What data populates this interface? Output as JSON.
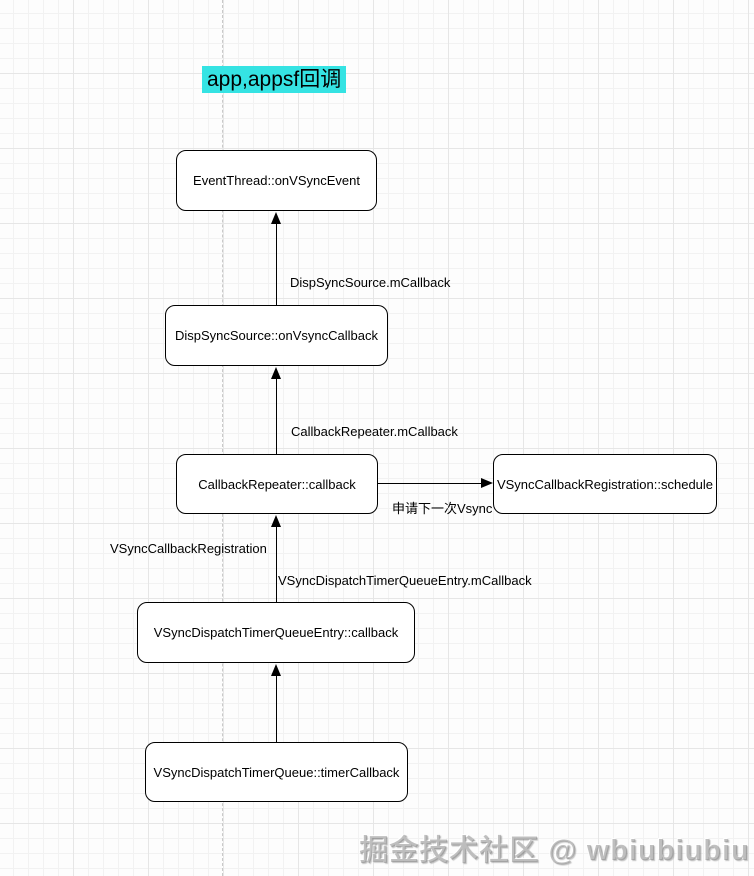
{
  "title": "app,appsf回调",
  "colors": {
    "highlight": "#35e3e3",
    "node_border": "#000000",
    "node_fill": "#ffffff",
    "grid_line": "#e6e6e6"
  },
  "nodes": [
    {
      "id": "eventthread",
      "label": "EventThread::onVSyncEvent"
    },
    {
      "id": "dispsyncsource",
      "label": "DispSyncSource::onVsyncCallback"
    },
    {
      "id": "callbackrepeater",
      "label": "CallbackRepeater::callback"
    },
    {
      "id": "vsynccallbackregistration_schedule",
      "label": "VSyncCallbackRegistration::schedule"
    },
    {
      "id": "vsyncdispatchtimerqueueentry",
      "label": "VSyncDispatchTimerQueueEntry::callback"
    },
    {
      "id": "vsyncdispatchtimerqueue",
      "label": "VSyncDispatchTimerQueue::timerCallback"
    }
  ],
  "edges": [
    {
      "from": "dispsyncsource",
      "to": "eventthread",
      "label": "DispSyncSource.mCallback"
    },
    {
      "from": "callbackrepeater",
      "to": "dispsyncsource",
      "label": "CallbackRepeater.mCallback"
    },
    {
      "from": "callbackrepeater",
      "to": "vsynccallbackregistration_schedule",
      "label": "申请下一次Vsync"
    },
    {
      "from": "vsyncdispatchtimerqueueentry",
      "to": "callbackrepeater",
      "label": "VSyncDispatchTimerQueueEntry.mCallback",
      "label2": "VSyncCallbackRegistration"
    },
    {
      "from": "vsyncdispatchtimerqueue",
      "to": "vsyncdispatchtimerqueueentry",
      "label": ""
    }
  ],
  "watermark": "掘金技术社区 @ wbiubiubiu"
}
